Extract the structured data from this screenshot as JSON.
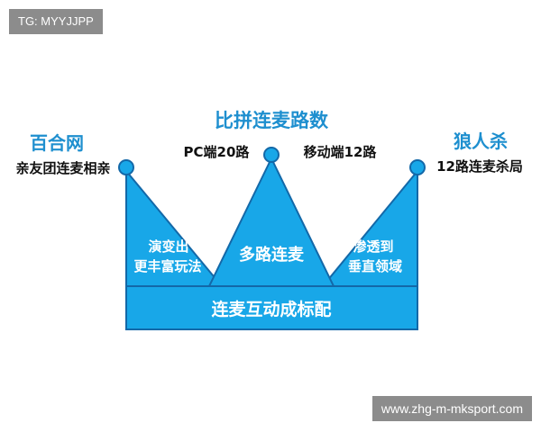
{
  "watermark": {
    "top_left": "TG: MYYJJPP",
    "bottom_right": "www.zhg-m-mksport.com"
  },
  "diagram": {
    "title": "比拼连麦路数",
    "left": {
      "heading": "百合网",
      "sub": "亲友团连麦相亲"
    },
    "right": {
      "heading": "狼人杀",
      "sub": "12路连麦杀局"
    },
    "center_left_label": "PC端20路",
    "center_right_label": "移动端12路",
    "segment_left": [
      "演变出",
      "更丰富玩法"
    ],
    "segment_center": "多路连麦",
    "segment_right": [
      "渗透到",
      "垂直领域"
    ],
    "base_label": "连麦互动成标配"
  },
  "colors": {
    "fill": "#18a7e8",
    "outline": "#1368a8",
    "title_blue": "#1e8fcf",
    "text_dark": "#111111",
    "badge_bg": "#8c8c8c"
  }
}
